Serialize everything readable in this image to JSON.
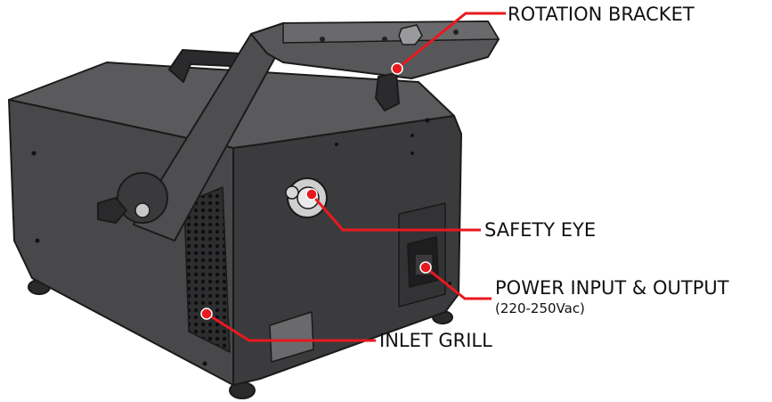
{
  "callouts": {
    "rotation_bracket": {
      "label": "ROTATION BRACKET"
    },
    "safety_eye": {
      "label": "SAFETY EYE"
    },
    "power": {
      "label": "POWER INPUT & OUTPUT",
      "sublabel": "(220-250Vac)"
    },
    "inlet_grill": {
      "label": "INLET GRILL"
    }
  },
  "colors": {
    "leader_line": "#e8191f",
    "body_dark": "#3d3d3f",
    "body_mid": "#4a4a4c",
    "body_light": "#58585a",
    "outline": "#1a1a1a"
  }
}
